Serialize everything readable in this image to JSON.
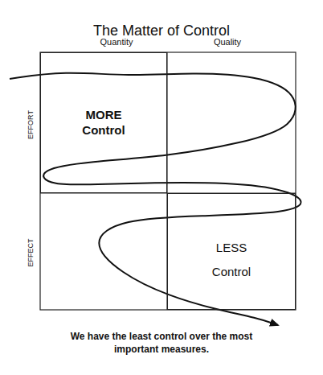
{
  "diagram": {
    "title": "The Matter of Control",
    "caption": "We have the least control over the most important measures.",
    "nodes": [
      {
        "text": [
          "MORE Control"
        ]
      },
      {
        "text": [
          "LESS Control"
        ]
      }
    ],
    "labels": [
      "Quantity",
      "Quality",
      "EFFORT",
      "EFFECT"
    ]
  }
}
